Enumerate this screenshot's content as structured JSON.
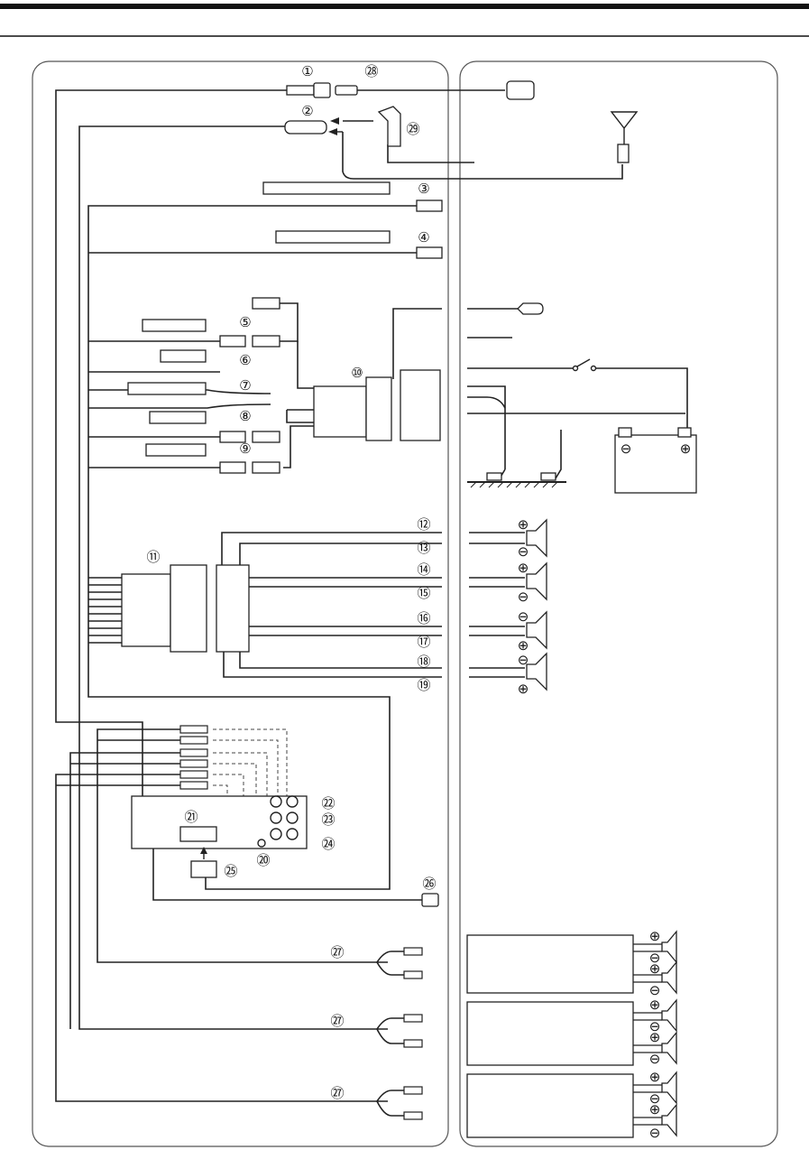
{
  "callouts": {
    "c1": "①",
    "c2": "②",
    "c3": "③",
    "c4": "④",
    "c5": "⑤",
    "c6": "⑥",
    "c7": "⑦",
    "c8": "⑧",
    "c9": "⑨",
    "c10": "⑩",
    "c11": "⑪",
    "c12": "⑫",
    "c13": "⑬",
    "c14": "⑭",
    "c15": "⑮",
    "c16": "⑯",
    "c17": "⑰",
    "c18": "⑱",
    "c19": "⑲",
    "c20": "⑳",
    "c21": "㉑",
    "c22": "㉒",
    "c23": "㉓",
    "c24": "㉔",
    "c25": "㉕",
    "c26": "㉖",
    "c27": "㉗",
    "c28": "㉘",
    "c29": "㉙"
  },
  "symbols": {
    "plus": "⊕",
    "minus": "⊖"
  },
  "colors": {
    "line": "#222222",
    "frame": "#555555",
    "background": "#ffffff"
  }
}
